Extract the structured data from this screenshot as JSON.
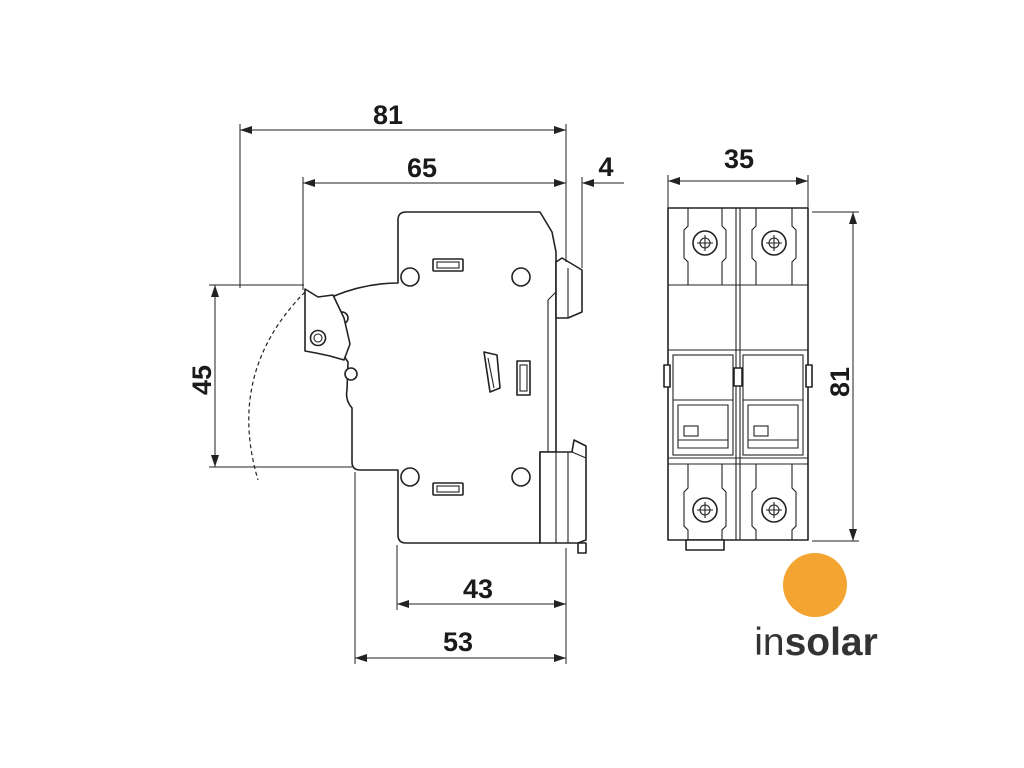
{
  "dimensions": {
    "side_overall_width": "81",
    "side_body_width": "65",
    "clip_width": "4",
    "front_width": "35",
    "toggle_height": "45",
    "base_inner_depth": "43",
    "base_outer_depth": "53",
    "front_height": "81"
  },
  "logo": {
    "prefix": "in",
    "name": "solar",
    "color": "#F3A431",
    "text_color": "#333333"
  },
  "colors": {
    "line": "#222222",
    "background": "#ffffff"
  }
}
